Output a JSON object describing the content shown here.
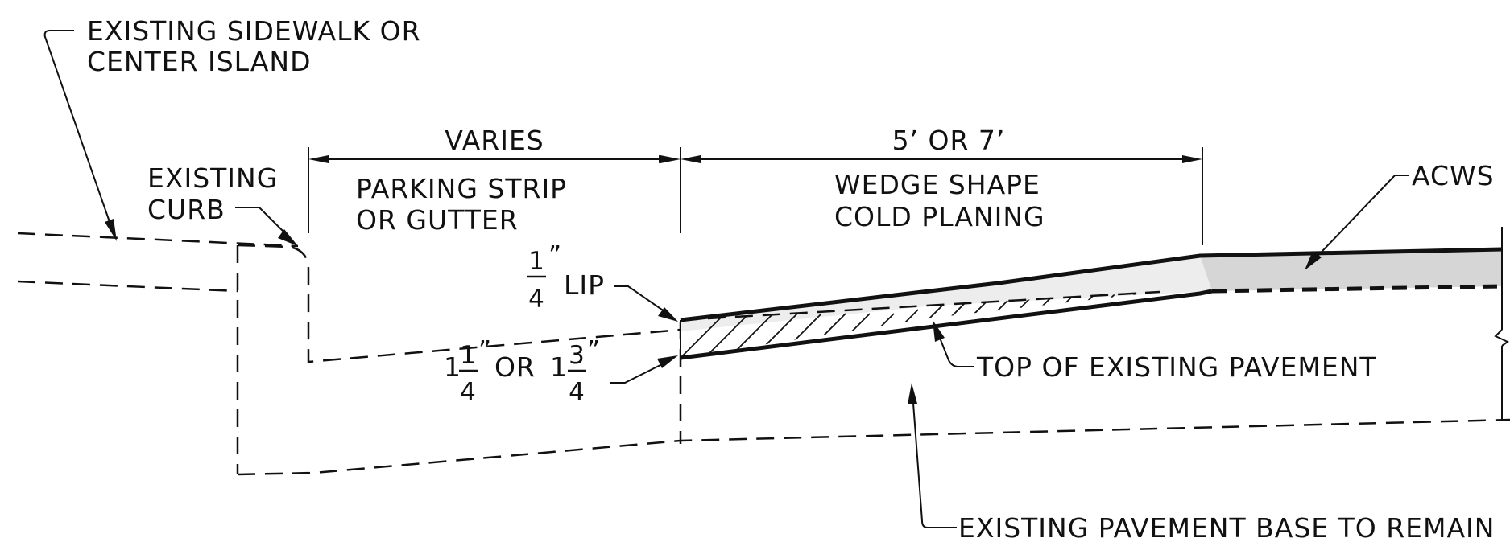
{
  "labels": {
    "sidewalk_line1": "EXISTING SIDEWALK OR",
    "sidewalk_line2": "CENTER ISLAND",
    "curb_line1": "EXISTING",
    "curb_line2": "CURB",
    "varies": "VARIES",
    "parking_line1": "PARKING STRIP",
    "parking_line2": "OR GUTTER",
    "width": "5’ OR 7’",
    "wedge_line1": "WEDGE SHAPE",
    "wedge_line2": "COLD PLANING",
    "acws": "ACWS",
    "lip_num": "1",
    "lip_den": "4",
    "lip_mark": "”",
    "lip_text": "LIP",
    "depth_whole1": "1",
    "depth_num1": "1",
    "depth_den1": "4",
    "depth_mark1": "”",
    "depth_or": "OR",
    "depth_whole2": "1",
    "depth_num2": "3",
    "depth_den2": "4",
    "depth_mark2": "”",
    "top_pavement": "TOP OF EXISTING PAVEMENT",
    "base": "EXISTING PAVEMENT BASE TO REMAIN"
  },
  "colors": {
    "ink": "#111111",
    "acws_fill": "#d6d6d6",
    "background": "#ffffff"
  }
}
